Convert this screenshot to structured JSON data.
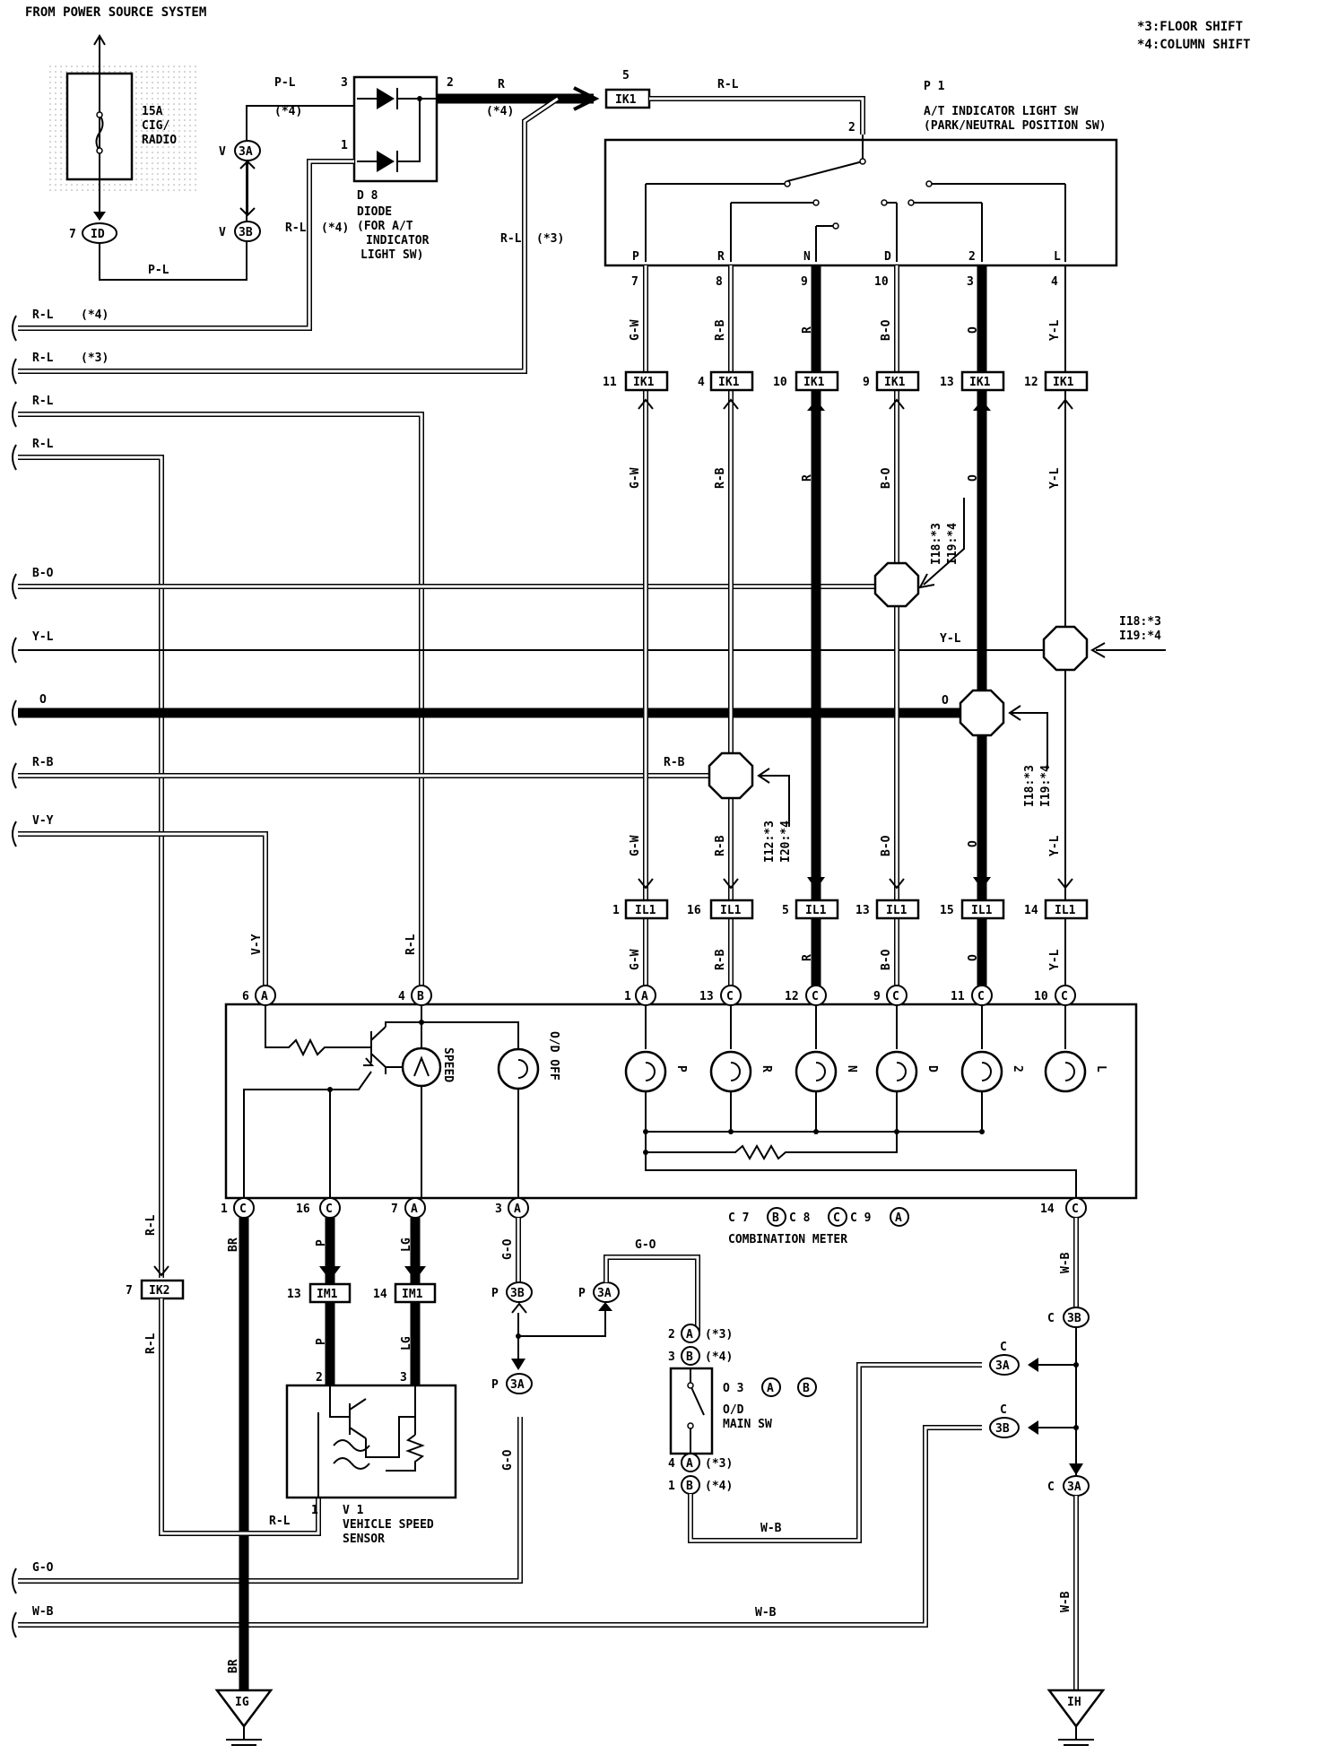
{
  "header": {
    "power_source": "FROM POWER SOURCE SYSTEM",
    "note_3": "*3:FLOOR SHIFT",
    "note_4": "*4:COLUMN SHIFT"
  },
  "fuse": {
    "line1": "15A",
    "line2": "CIG/",
    "line3": "RADIO",
    "conn_pin": "7",
    "conn": "ID"
  },
  "diode": {
    "id": "D 8",
    "name": "DIODE",
    "desc1": "(FOR A/T",
    "desc2": "INDICATOR",
    "desc3": "LIGHT SW)",
    "pin1": "1",
    "pin2": "2",
    "pin3": "3",
    "note_pl": "(*4)",
    "note_r": "(*4)",
    "note_rl4": "(*4)",
    "note_rl3": "(*3)"
  },
  "switch": {
    "id": "P 1",
    "name": "A/T INDICATOR LIGHT SW",
    "desc": "(PARK/NEUTRAL POSITION SW)",
    "in_pin": "2",
    "in_conn_pin": "5",
    "in_conn": "IK1",
    "positions": [
      "P",
      "R",
      "N",
      "D",
      "2",
      "L"
    ],
    "pins": [
      "7",
      "8",
      "9",
      "10",
      "3",
      "4"
    ]
  },
  "junction": {
    "v3a": "3A",
    "v3b": "3B",
    "v_label": "V"
  },
  "wire_colors": {
    "pl": "P-L",
    "r": "R",
    "rl": "R-L",
    "gw": "G-W",
    "rb": "R-B",
    "bo": "B-O",
    "o": "O",
    "yl": "Y-L",
    "vy": "V-Y",
    "br": "BR",
    "p": "P",
    "lg": "LG",
    "go": "G-O",
    "wb": "W-B"
  },
  "left_wires": [
    {
      "label": "R-L",
      "note": "(*4)"
    },
    {
      "label": "R-L",
      "note": "(*3)"
    },
    {
      "label": "R-L",
      "note": ""
    },
    {
      "label": "R-L",
      "note": ""
    },
    {
      "label": "B-O",
      "note": ""
    },
    {
      "label": "Y-L",
      "note": ""
    },
    {
      "label": "O",
      "note": ""
    },
    {
      "label": "R-B",
      "note": ""
    },
    {
      "label": "V-Y",
      "note": ""
    },
    {
      "label": "G-O",
      "note": ""
    },
    {
      "label": "W-B",
      "note": ""
    }
  ],
  "ik1_row": {
    "conn": "IK1",
    "pins": [
      "11",
      "4",
      "10",
      "9",
      "13",
      "12"
    ]
  },
  "il1_row": {
    "conn": "IL1",
    "pins": [
      "1",
      "16",
      "5",
      "13",
      "15",
      "14"
    ]
  },
  "meter_row": {
    "pins": [
      "1",
      "13",
      "12",
      "9",
      "11",
      "10"
    ],
    "conns": [
      "A",
      "C",
      "C",
      "C",
      "C",
      "C"
    ]
  },
  "splice_notes": {
    "bo_1": "I18:*3",
    "bo_2": "I19:*4",
    "yl_1": "I18:*3",
    "yl_2": "I19:*4",
    "o_1": "I18:*3",
    "o_2": "I19:*4",
    "rb_1": "I12:*3",
    "rb_2": "I20:*4"
  },
  "meter": {
    "top_pins": [
      {
        "pin": "6",
        "conn": "A"
      },
      {
        "pin": "4",
        "conn": "B"
      }
    ],
    "speed": "SPEED",
    "od_off": "O/D OFF",
    "bottom_pins": [
      {
        "pin": "1",
        "conn": "C"
      },
      {
        "pin": "16",
        "conn": "C"
      },
      {
        "pin": "7",
        "conn": "A"
      },
      {
        "pin": "3",
        "conn": "A"
      },
      {
        "pin": "14",
        "conn": "C"
      }
    ],
    "code_c7": "C 7",
    "code_c8": "C 8",
    "code_c9": "C 9",
    "code_b": "B",
    "code_c": "C",
    "code_a": "A",
    "name": "COMBINATION METER"
  },
  "ik2": {
    "pin": "7",
    "conn": "IK2"
  },
  "im1": [
    {
      "pin": "13",
      "conn": "IM1"
    },
    {
      "pin": "14",
      "conn": "IM1"
    }
  ],
  "speed_sensor": {
    "id": "V 1",
    "line1": "VEHICLE SPEED",
    "line2": "SENSOR",
    "pin1": "1",
    "pin2": "2",
    "pin3": "3"
  },
  "go_junction": {
    "p": "P",
    "c3b": "3B",
    "c3a": "3A"
  },
  "od_switch": {
    "id": "O 3",
    "conn_a": "A",
    "conn_b": "B",
    "name1": "O/D",
    "name2": "MAIN SW",
    "pin2": "2",
    "pin3": "3",
    "pin4": "4",
    "pin1": "1",
    "note3": "(*3)",
    "note4": "(*4)"
  },
  "wb_junction": {
    "c": "C",
    "c3b": "3B",
    "c3a": "3A"
  },
  "grounds": {
    "ig": "IG",
    "ih": "IH"
  }
}
